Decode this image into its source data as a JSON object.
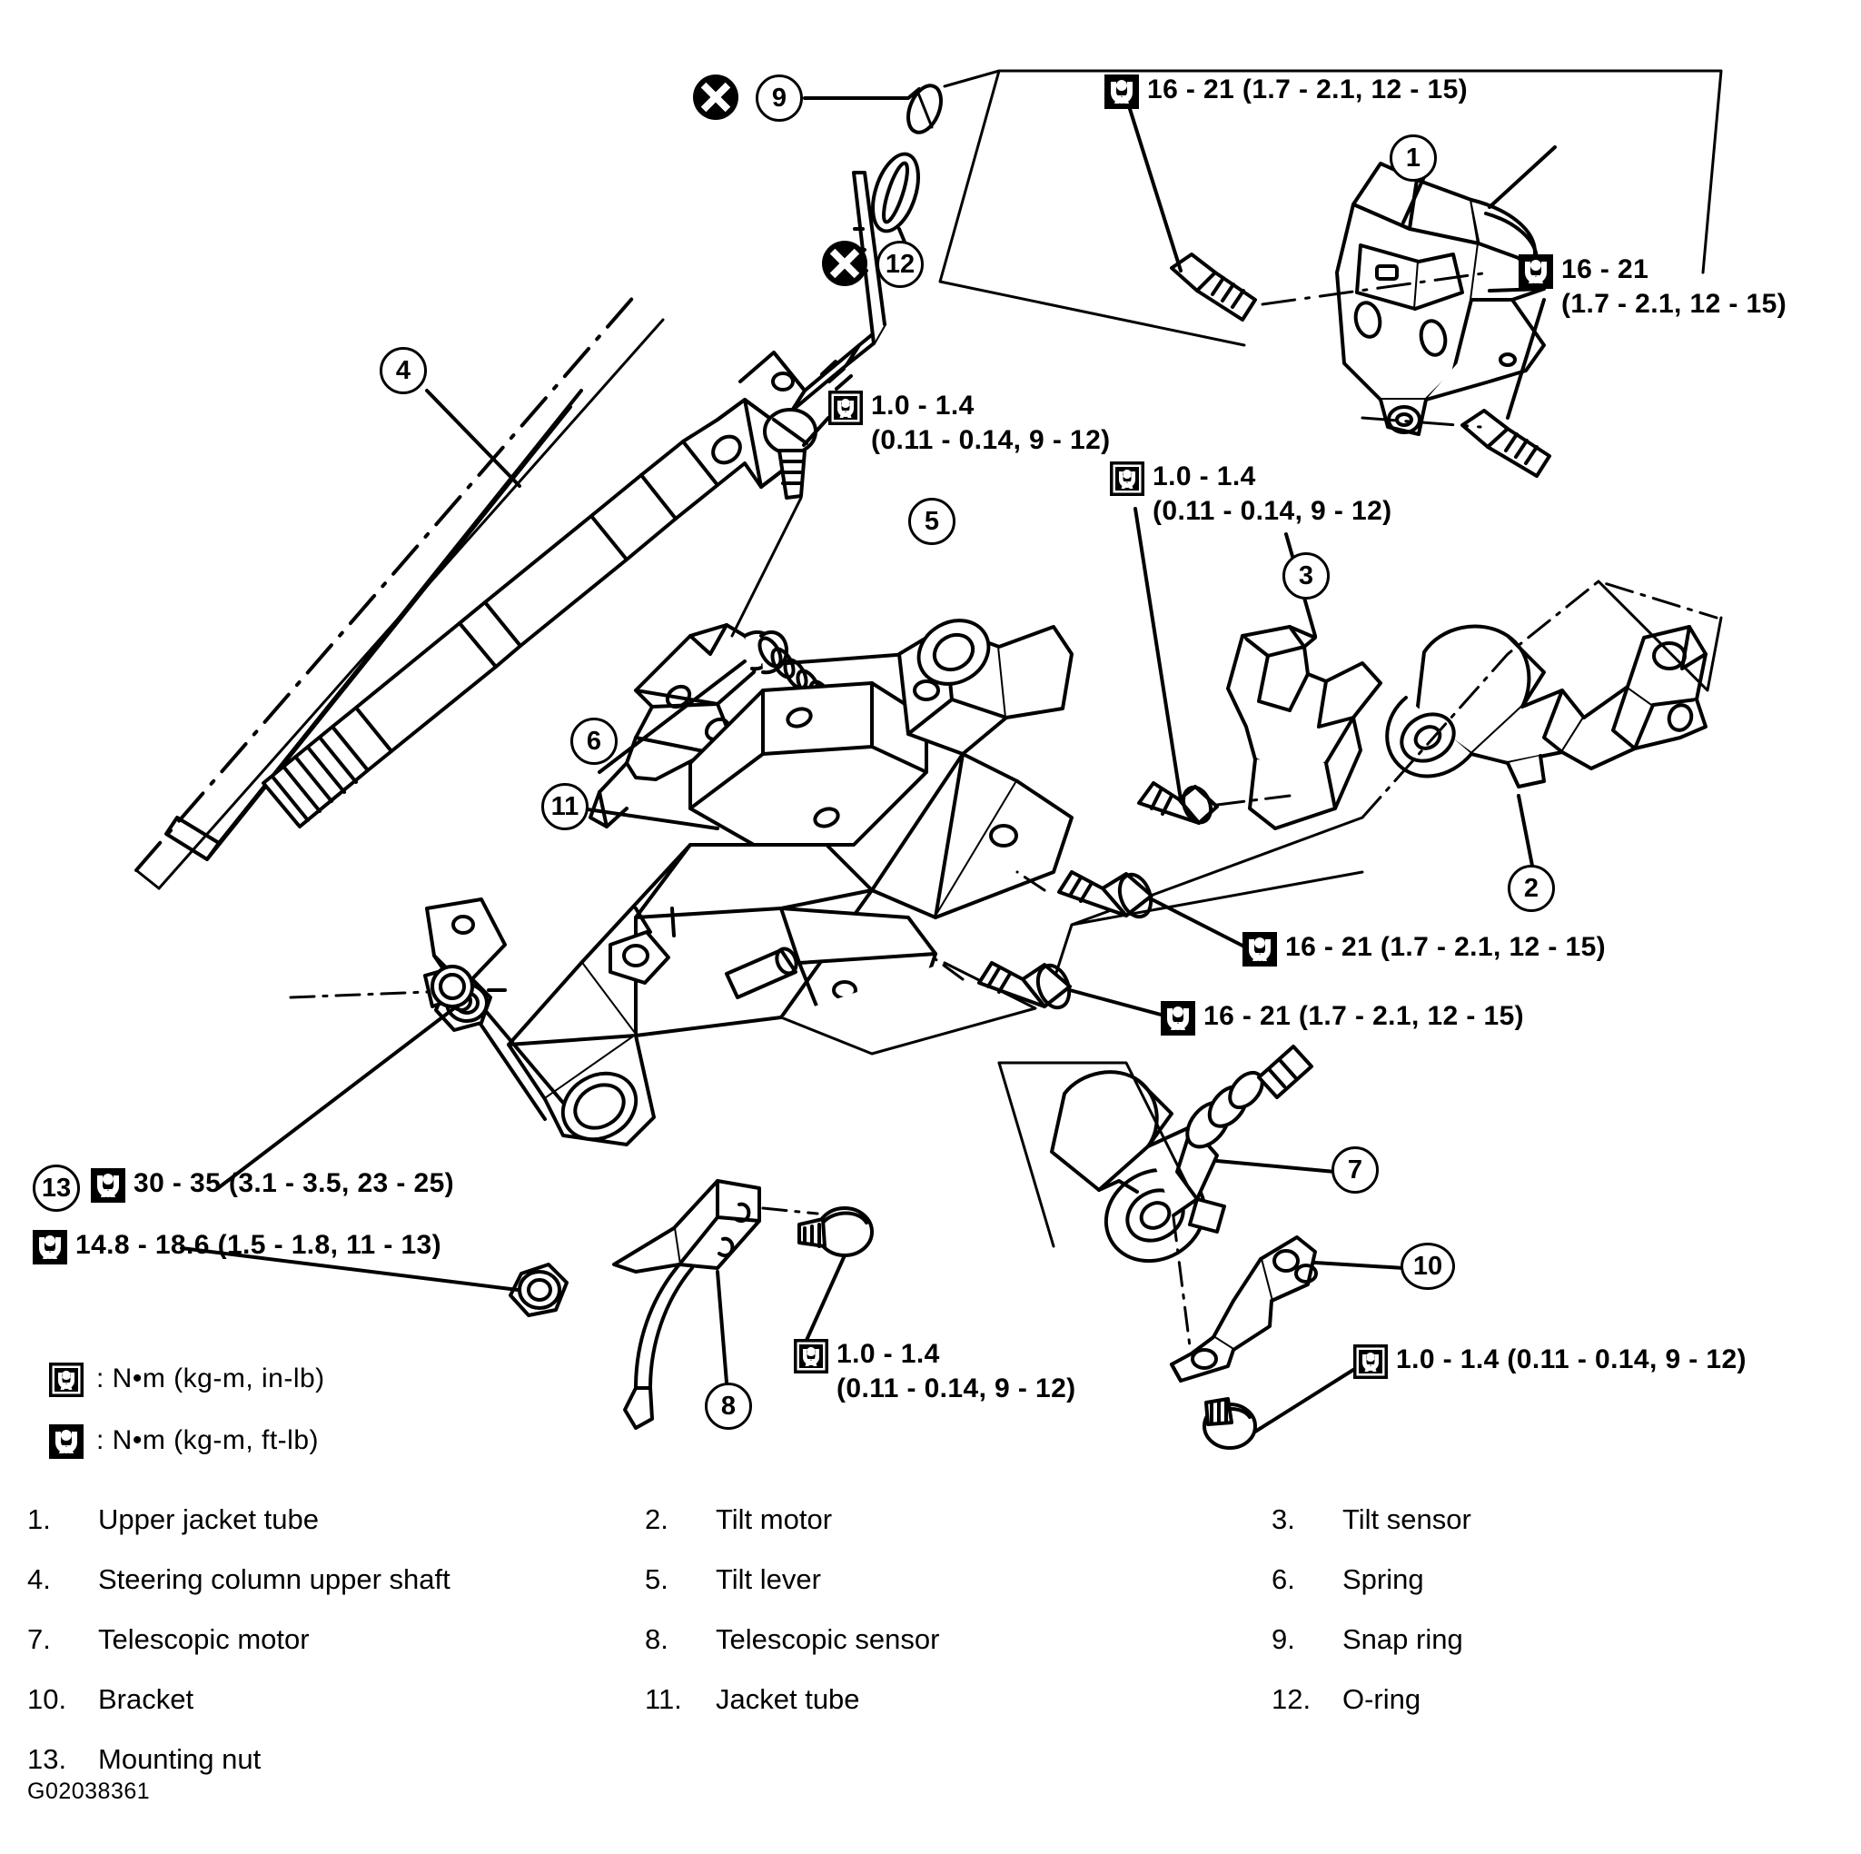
{
  "drawing_id": "G02038361",
  "icon_names": {
    "torque_inlb": "torque-wrench-inlb-icon",
    "torque_ftlb": "torque-wrench-ftlb-icon",
    "replace_part": "x-replace-marker-icon"
  },
  "colors": {
    "line": "#000000",
    "background": "#ffffff"
  },
  "torque_callouts": [
    {
      "id": "tq-top-left",
      "unit": "ft-lb",
      "text": "16 - 21 (1.7 - 2.1, 12 - 15)"
    },
    {
      "id": "tq-top-right",
      "unit": "ft-lb",
      "text": "16 - 21\n   (1.7 - 2.1, 12 - 15)"
    },
    {
      "id": "tq-tilt-lever",
      "unit": "in-lb",
      "text": "1.0 - 1.4\n(0.11 - 0.14, 9 - 12)"
    },
    {
      "id": "tq-tilt-sensor",
      "unit": "in-lb",
      "text": "1.0 - 1.4\n(0.11 - 0.14, 9 - 12)"
    },
    {
      "id": "tq-mid-right",
      "unit": "ft-lb",
      "text": "16 - 21 (1.7 - 2.1, 12 - 15)"
    },
    {
      "id": "tq-mid-lower",
      "unit": "ft-lb",
      "text": "16 - 21 (1.7 - 2.1, 12 - 15)"
    },
    {
      "id": "tq-telesc-sensor",
      "unit": "in-lb",
      "text": "1.0 - 1.4\n  (0.11 - 0.14, 9 - 12)"
    },
    {
      "id": "tq-bracket",
      "unit": "in-lb",
      "text": "1.0 - 1.4 (0.11 - 0.14, 9 - 12)"
    },
    {
      "id": "tq-mount-nut",
      "unit": "ft-lb",
      "text": "30 - 35 (3.1 - 3.5, 23 - 25)"
    },
    {
      "id": "tq-mount-bolt",
      "unit": "ft-lb",
      "text": "14.8 - 18.6 (1.5 - 1.8, 11 - 13)"
    }
  ],
  "item_callouts": [
    {
      "n": "1"
    },
    {
      "n": "2"
    },
    {
      "n": "3"
    },
    {
      "n": "4"
    },
    {
      "n": "5"
    },
    {
      "n": "6"
    },
    {
      "n": "7"
    },
    {
      "n": "8"
    },
    {
      "n": "9"
    },
    {
      "n": "10"
    },
    {
      "n": "11"
    },
    {
      "n": "12"
    },
    {
      "n": "13"
    }
  ],
  "unit_key": [
    {
      "unit": "in-lb",
      "text": ": N•m  (kg-m,  in-lb)"
    },
    {
      "unit": "ft-lb",
      "text": ": N•m  (kg-m,  ft-lb)"
    }
  ],
  "parts_list": {
    "rows": [
      [
        {
          "num": "1.",
          "label": "Upper jacket tube"
        },
        {
          "num": "2.",
          "label": "Tilt motor"
        },
        {
          "num": "3.",
          "label": "Tilt sensor"
        }
      ],
      [
        {
          "num": "4.",
          "label": "Steering column upper shaft"
        },
        {
          "num": "5.",
          "label": "Tilt lever"
        },
        {
          "num": "6.",
          "label": "Spring"
        }
      ],
      [
        {
          "num": "7.",
          "label": "Telescopic motor"
        },
        {
          "num": "8.",
          "label": "Telescopic sensor"
        },
        {
          "num": "9.",
          "label": "Snap ring"
        }
      ],
      [
        {
          "num": "10.",
          "label": "Bracket"
        },
        {
          "num": "11.",
          "label": "Jacket tube"
        },
        {
          "num": "12.",
          "label": "O-ring"
        }
      ],
      [
        {
          "num": "13.",
          "label": "Mounting nut"
        },
        {
          "num": "",
          "label": ""
        },
        {
          "num": "",
          "label": ""
        }
      ]
    ]
  }
}
